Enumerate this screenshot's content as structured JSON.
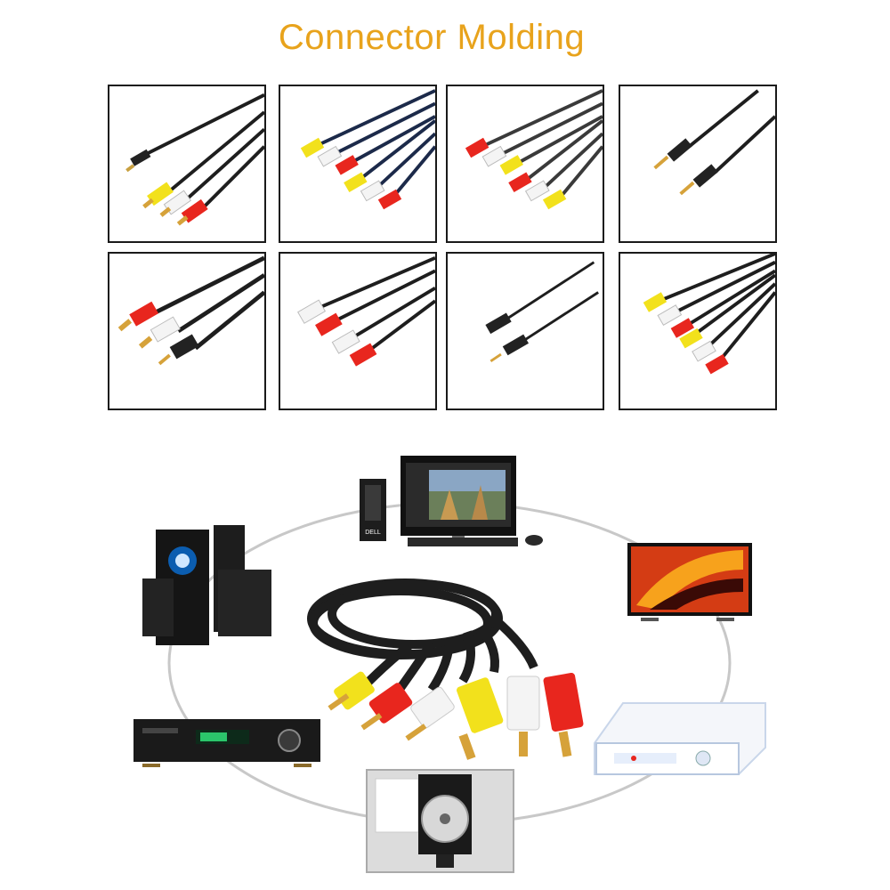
{
  "header": {
    "title": "Connector Molding"
  },
  "grid": {
    "cells": [
      {
        "id": "3.5mm-to-3rca",
        "icon": "jack-to-rca-yellow-white-red-icon"
      },
      {
        "id": "3rca-to-3rca-blue",
        "icon": "rca-to-rca-blue-cable-icon"
      },
      {
        "id": "3rca-to-3rca-grey",
        "icon": "rca-to-rca-grey-cable-icon"
      },
      {
        "id": "3.5mm-to-3.5mm",
        "icon": "aux-jack-cable-icon"
      },
      {
        "id": "2rca-to-3.5mm",
        "icon": "rca-to-jack-black-icon"
      },
      {
        "id": "2rca-to-2rca",
        "icon": "rca-red-white-pair-icon"
      },
      {
        "id": "3.5mm-extension",
        "icon": "jack-extension-cable-icon"
      },
      {
        "id": "3rca-to-3rca-black",
        "icon": "rca-to-rca-black-cable-icon"
      }
    ]
  },
  "scene": {
    "center_icon": "coiled-av-rca-cable-icon",
    "devices": [
      {
        "name": "desktop-computer",
        "icon": "desktop-computer-icon",
        "logo": "DELL"
      },
      {
        "name": "speaker-system",
        "icon": "speaker-system-icon"
      },
      {
        "name": "television",
        "icon": "television-icon"
      },
      {
        "name": "av-receiver",
        "icon": "av-receiver-icon"
      },
      {
        "name": "set-top-box",
        "icon": "set-top-box-icon"
      },
      {
        "name": "cd-player",
        "icon": "cd-player-icon"
      }
    ]
  },
  "colors": {
    "title": "#e8a31c",
    "rca_yellow": "#f2e11c",
    "rca_white": "#f4f4f4",
    "rca_red": "#e8261e",
    "gold_tip": "#d6a23a",
    "cable": "#1e1e1e"
  }
}
